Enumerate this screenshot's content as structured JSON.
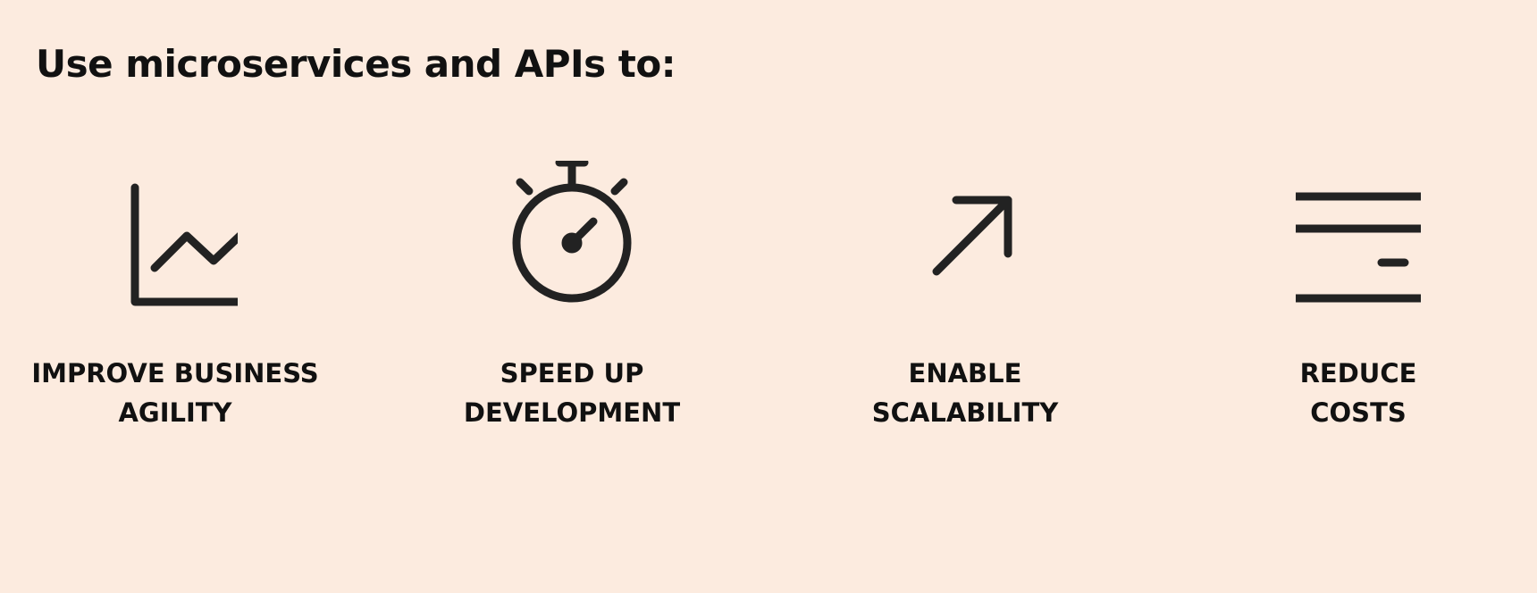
{
  "title": "Use microservices and APIs to:",
  "accent_color": "#222222",
  "background_color": "#fcebdf",
  "benefits": [
    {
      "icon": "line-chart-icon",
      "line1": "IMPROVE BUSINESS",
      "line2": "AGILITY"
    },
    {
      "icon": "stopwatch-icon",
      "line1": "SPEED UP",
      "line2": "DEVELOPMENT"
    },
    {
      "icon": "arrow-up-right-icon",
      "line1": "ENABLE",
      "line2": "SCALABILITY"
    },
    {
      "icon": "credit-card-icon",
      "line1": "REDUCE",
      "line2": "COSTS"
    }
  ]
}
